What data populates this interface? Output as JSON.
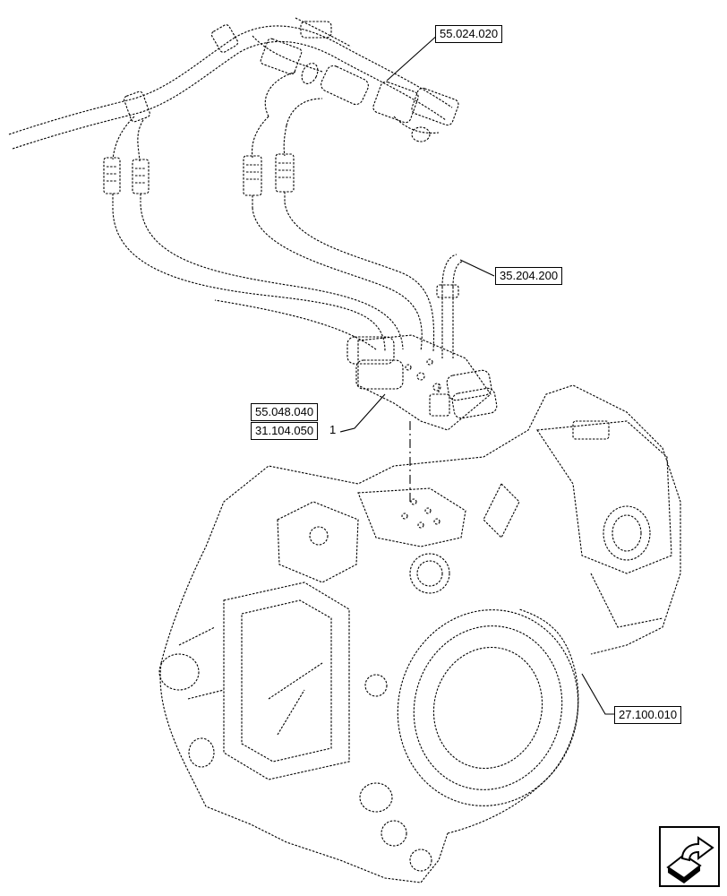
{
  "callouts": {
    "harness_top": "55.024.020",
    "pipe": "35.204.200",
    "valve_ref_a": "55.048.040",
    "valve_ref_b": "31.104.050",
    "housing": "27.100.010"
  },
  "item_number": "1",
  "icons": {
    "nav": "next-page-arrow-icon"
  }
}
